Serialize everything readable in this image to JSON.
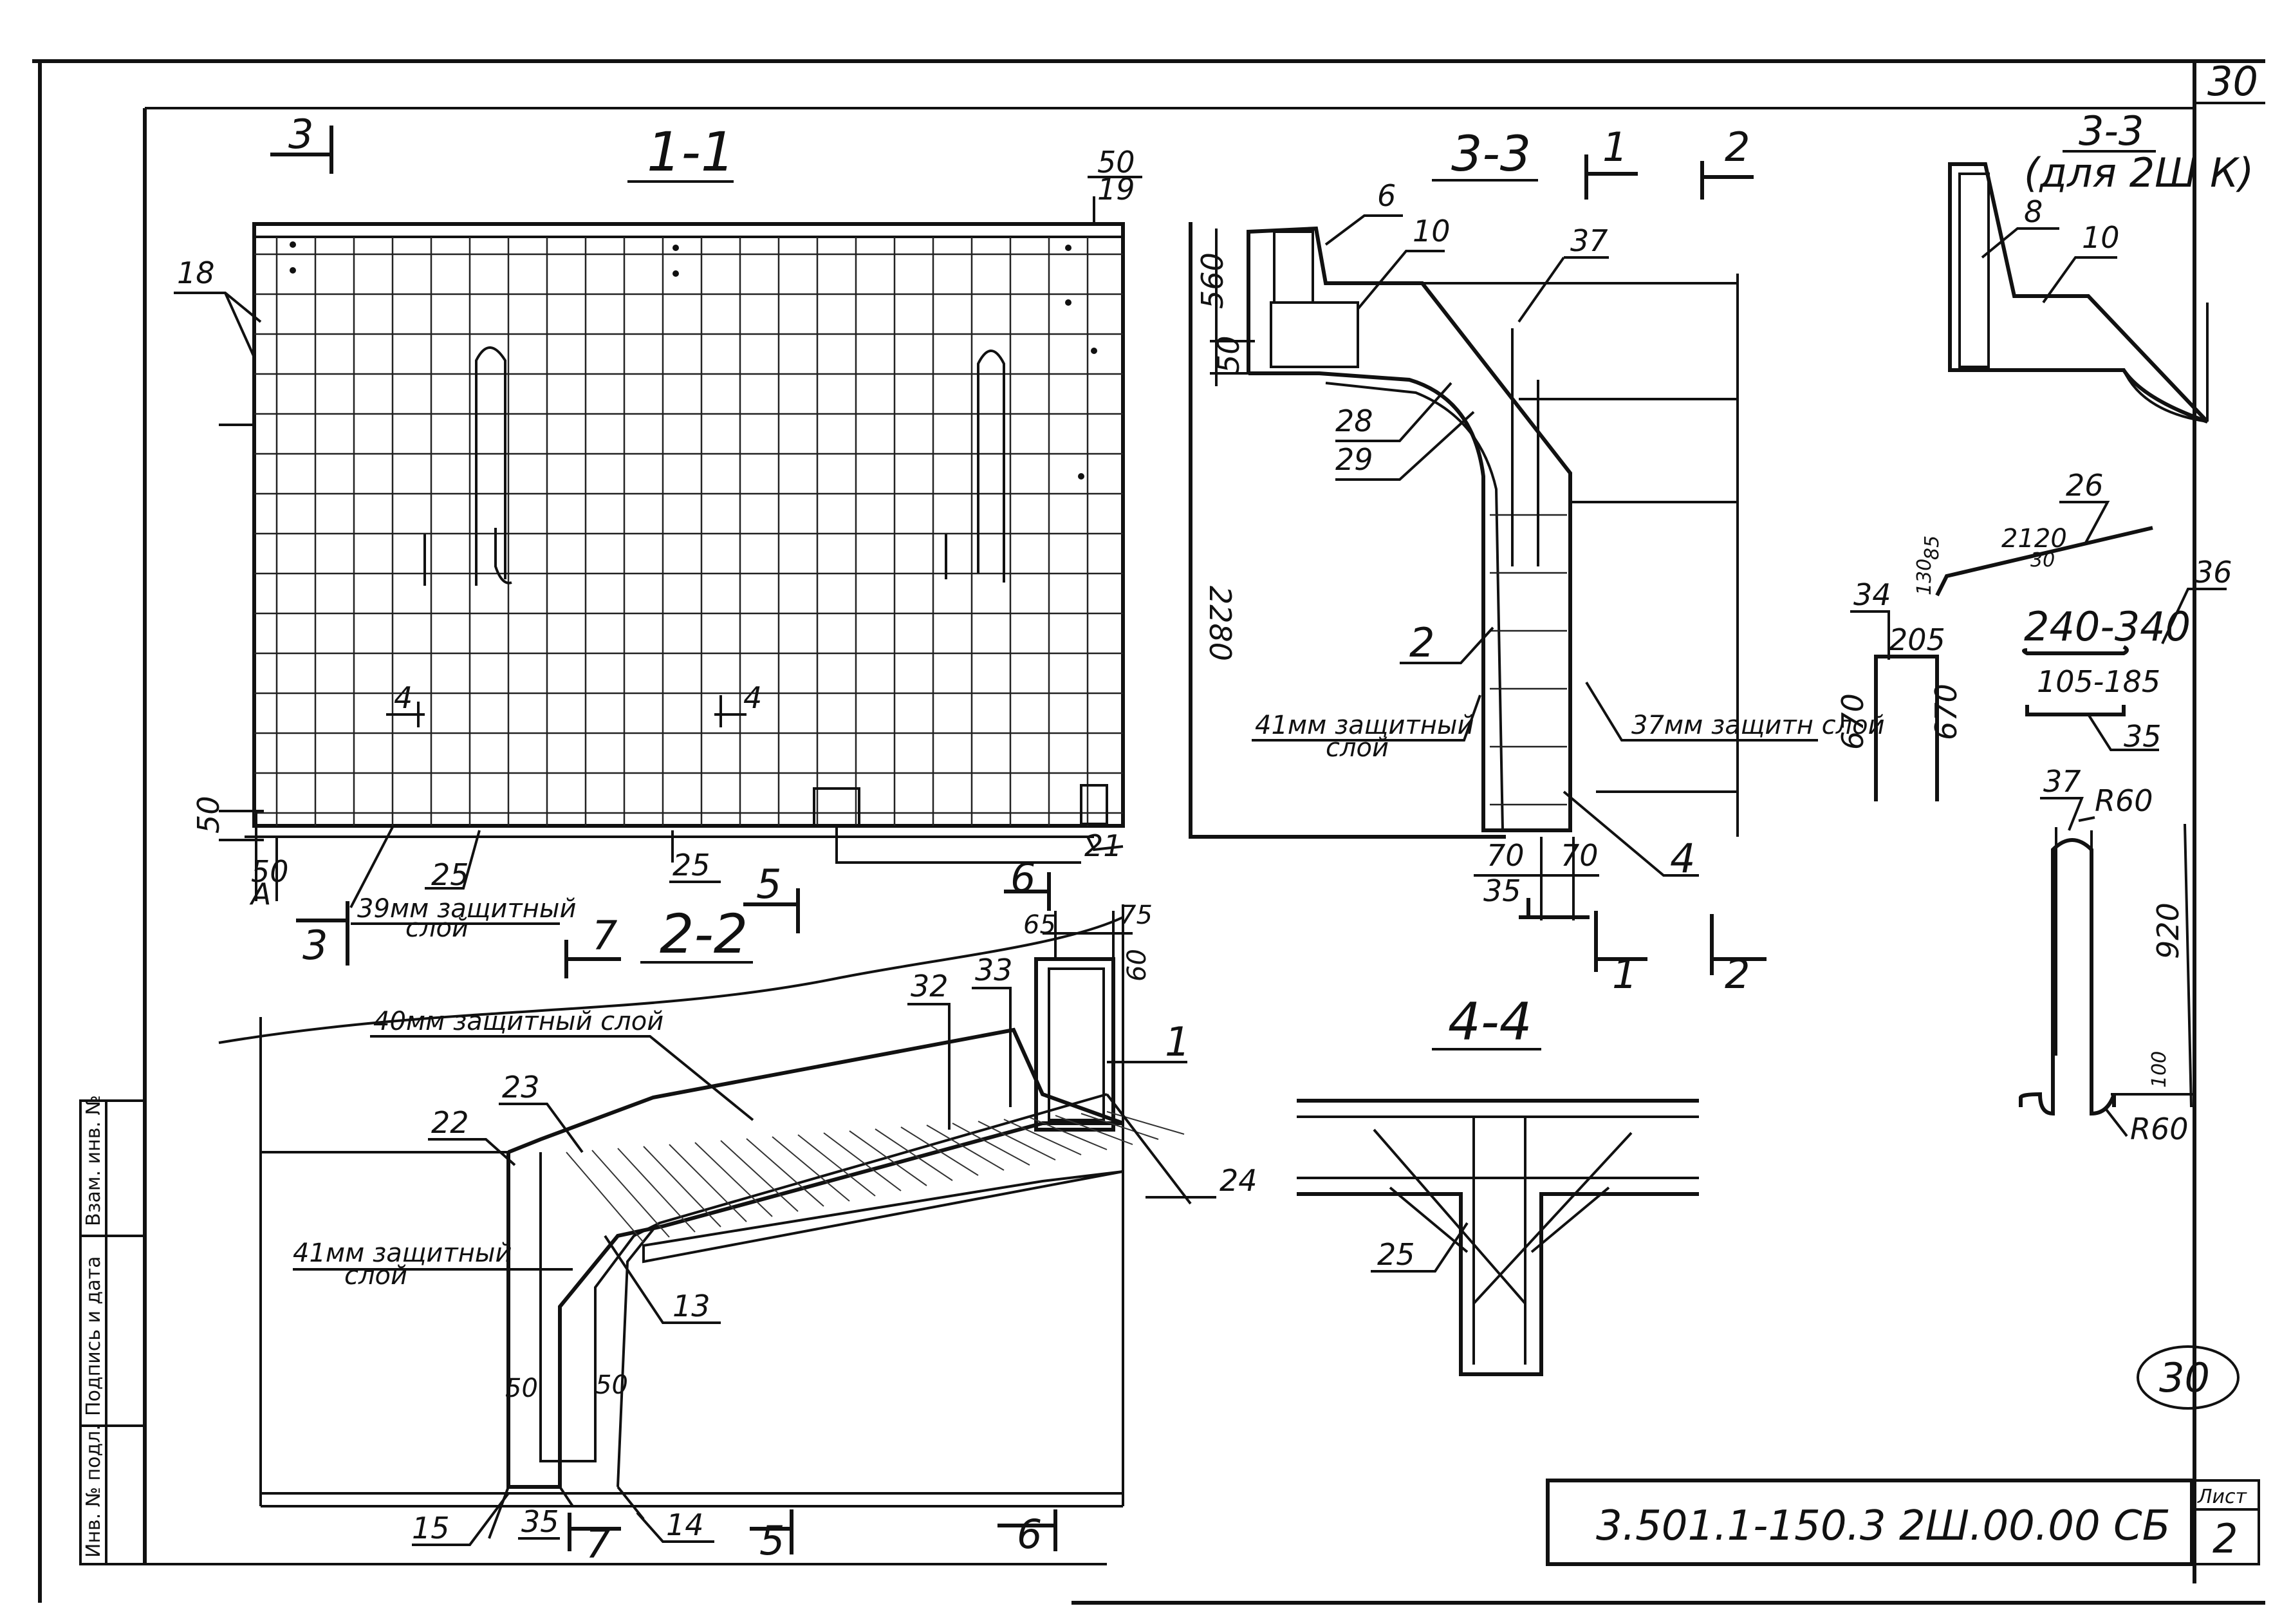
{
  "sheet": {
    "page_corner": "30",
    "stamp_code": "3.501.1-150.3 2Ш.00.00 СБ",
    "list_label": "Лист",
    "list_number": "2",
    "circle_mark": "30"
  },
  "side_stamp": [
    "Инв. № подл.",
    "Подпись и дата",
    "Взам. инв. №"
  ],
  "sections": {
    "s11": {
      "title": "1-1",
      "cut3_top": "3",
      "cut3_bottom": "3",
      "cut4a": "4",
      "cut4b": "4",
      "cut5": "5",
      "cut7": "7",
      "anchor": "А"
    },
    "s22": {
      "title": "2-2",
      "cut6_top": "6",
      "cut6_bottom": "6",
      "cut5_bottom": "5",
      "cut7_bottom": "7"
    },
    "s33": {
      "title": "3-3",
      "cut1_top": "1",
      "cut2_top": "2",
      "cut1_bottom": "1",
      "cut2_bottom": "2"
    },
    "s33k": {
      "title": "3-3",
      "subtitle": "(для 2Ш К)"
    },
    "s44": {
      "title": "4-4"
    }
  },
  "marks": {
    "m1": "1",
    "m2": "2",
    "m4": "4",
    "m6": "6",
    "m8": "8",
    "m10a": "10",
    "m10b": "10",
    "m13": "13",
    "m14": "14",
    "m15": "15",
    "m18": "18",
    "m19": "19",
    "m21": "21",
    "m22": "22",
    "m23": "23",
    "m24": "24",
    "m25a": "25",
    "m25b": "25",
    "m25c": "25",
    "m26": "26",
    "m28": "28",
    "m29": "29",
    "m32": "32",
    "m33": "33",
    "m34": "34",
    "m35a": "35",
    "m35b": "35",
    "m35c": "35",
    "m36": "36",
    "m37a": "37",
    "m37b": "37"
  },
  "dims": {
    "d50_top": "50",
    "d50_left": "50",
    "d50_bottom": "50",
    "d560": "560",
    "d50_33": "50",
    "d2280": "2280",
    "d70a": "70",
    "d70b": "70",
    "d65": "65",
    "d75": "75",
    "d60": "60",
    "d50a": "50",
    "d50b": "50",
    "d85": "85",
    "d130": "130",
    "d2120": "2120",
    "d30": "30",
    "d205": "205",
    "d670a": "670",
    "d670b": "670",
    "d240_340": "240-340",
    "d105_185": "105-185",
    "d920": "920",
    "d100": "100",
    "r60a": "R60",
    "r60b": "R60"
  },
  "notes": {
    "cover39_1": "39мм защитный",
    "cover39_2": "слой",
    "cover40": "40мм защитный слой",
    "cover41a_1": "41мм защитный",
    "cover41a_2": "слой",
    "cover41b_1": "41мм защитный",
    "cover41b_2": "слой",
    "cover37": "37мм защитн слой"
  }
}
